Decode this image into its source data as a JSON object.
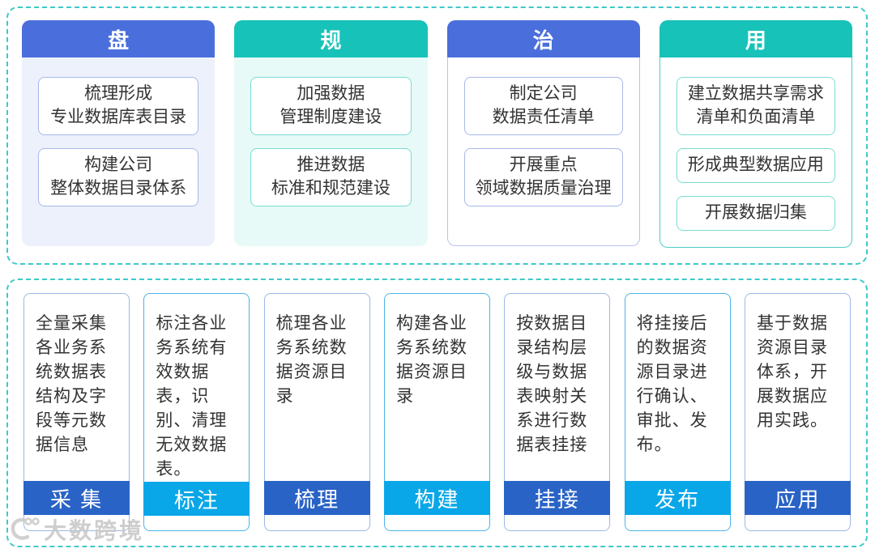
{
  "colors": {
    "dashed_border": "#3fc8ca",
    "header_blue": "#4a6fdc",
    "header_teal": "#17c2b9",
    "footer_dark_blue": "#2a63c6",
    "footer_cyan": "#0aa7e8",
    "column_fill_blue": "#edf1fb",
    "column_fill_teal": "#e7faf7",
    "text_dark": "#333333"
  },
  "top_section": {
    "columns": [
      {
        "header": "盘",
        "theme": "blue",
        "boxes": [
          "梳理形成\n专业数据库表目录",
          "构建公司\n整体数据目录体系"
        ]
      },
      {
        "header": "规",
        "theme": "teal",
        "boxes": [
          "加强数据\n管理制度建设",
          "推进数据\n标准和规范建设"
        ]
      },
      {
        "header": "治",
        "theme": "blue",
        "boxes": [
          "制定公司\n数据责任清单",
          "开展重点\n领域数据质量治理"
        ]
      },
      {
        "header": "用",
        "theme": "teal",
        "boxes": [
          "建立数据共享需求\n清单和负面清单",
          "形成典型数据应用",
          "开展数据归集"
        ]
      }
    ]
  },
  "bottom_section": {
    "steps": [
      {
        "description": "全量采集各业务系统数据表结构及字段等元数据信息",
        "label": "采 集",
        "theme": "dark-blue"
      },
      {
        "description": "标注各业务系统有效数据表，识别、清理无效数据表。",
        "label": "标注",
        "theme": "cyan"
      },
      {
        "description": "梳理各业务系统数据资源目录",
        "label": "梳理",
        "theme": "dark-blue"
      },
      {
        "description": "构建各业务系统数据资源目录",
        "label": "构建",
        "theme": "cyan"
      },
      {
        "description": "按数据目录结构层级与数据表映射关系进行数据表挂接",
        "label": "挂接",
        "theme": "dark-blue"
      },
      {
        "description": "将挂接后的数据资源目录进行确认、审批、发布。",
        "label": "发布",
        "theme": "cyan"
      },
      {
        "description": "基于数据资源目录体系，开展数据应用实践。",
        "label": "应用",
        "theme": "dark-blue"
      }
    ]
  },
  "watermark": {
    "logo_icon": "orbit-logo-icon",
    "text": "大数跨境"
  }
}
